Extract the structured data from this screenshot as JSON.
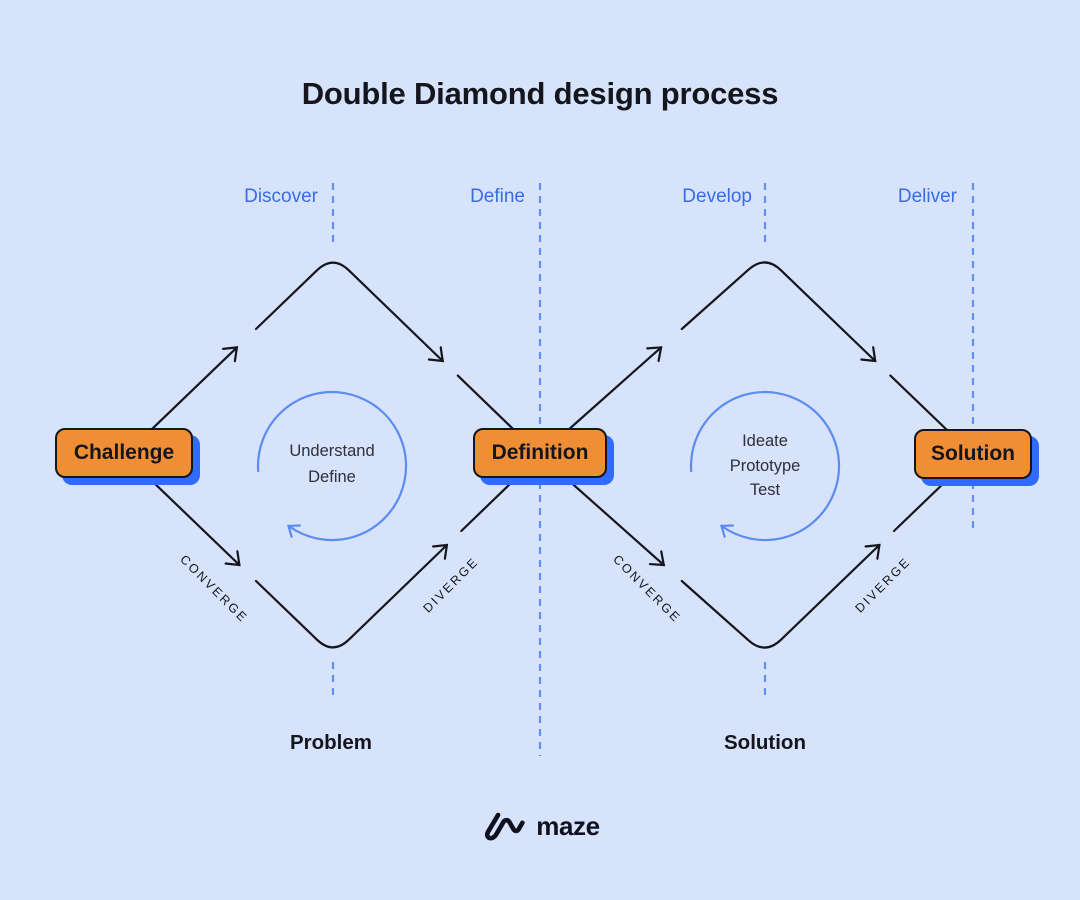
{
  "title": "Double Diamond design process",
  "phases": [
    {
      "label": "Discover"
    },
    {
      "label": "Define"
    },
    {
      "label": "Develop"
    },
    {
      "label": "Deliver"
    }
  ],
  "nodes": {
    "challenge": "Challenge",
    "definition": "Definition",
    "solution": "Solution"
  },
  "loops": {
    "discover_define": [
      "Understand",
      "Define"
    ],
    "develop_deliver": [
      "Ideate",
      "Prototype",
      "Test"
    ]
  },
  "edge_labels": {
    "converge": "CONVERGE",
    "diverge": "DIVERGE"
  },
  "sections": {
    "problem": "Problem",
    "solution": "Solution"
  },
  "brand": {
    "name": "maze"
  },
  "colors": {
    "bg": "#d6e3fb",
    "ink": "#15151d",
    "phase-blue": "#3a6ce9",
    "dash-blue": "#6590ee",
    "arc-blue": "#5c8cf2",
    "loop-text": "#2f2f3a",
    "node-orange": "#ef8e35",
    "node-shadow": "#2e6bfe",
    "brand-ink": "#101020"
  }
}
